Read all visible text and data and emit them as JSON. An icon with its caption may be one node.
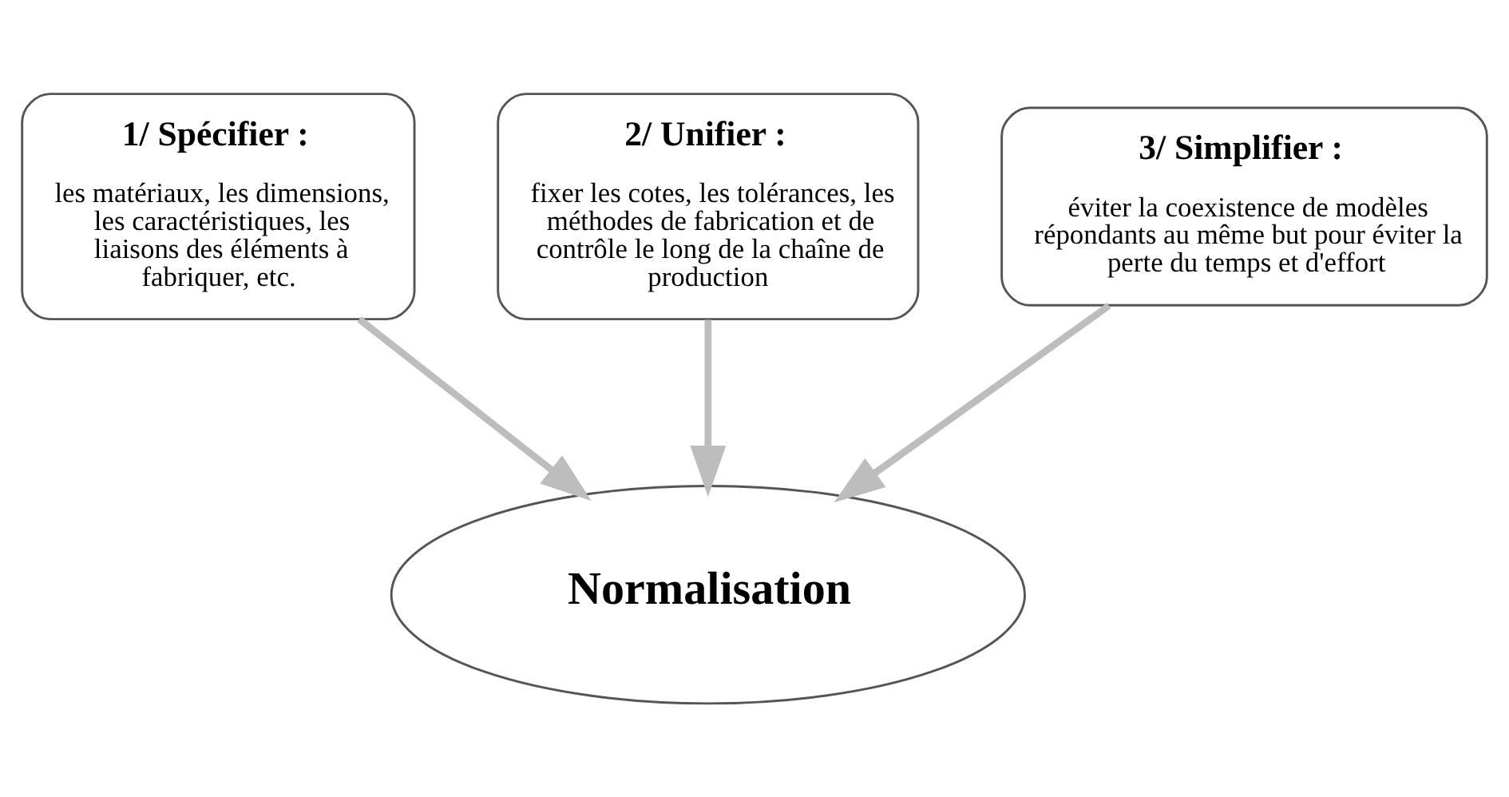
{
  "diagram": {
    "nodes": [
      {
        "text": [
          "1/ Spécifier :",
          "les matériaux, les dimensions, les caractéristiques, les liaisons des éléments à fabriquer, etc."
        ]
      },
      {
        "text": [
          "2/ Unifier :",
          "fixer les cotes, les tolérances, les méthodes de fabrication et de contrôle le long de la chaîne de production"
        ]
      },
      {
        "text": [
          "3/ Simplifier :",
          "éviter la coexistence de modèles répondants au même but pour éviter la perte du temps et d'effort"
        ]
      },
      {
        "text": [
          "Normalisation"
        ]
      }
    ],
    "edges": [
      {
        "from": 0,
        "to": 3,
        "arrow": "to"
      },
      {
        "from": 1,
        "to": 3,
        "arrow": "to"
      },
      {
        "from": 2,
        "to": 3,
        "arrow": "to"
      }
    ]
  }
}
